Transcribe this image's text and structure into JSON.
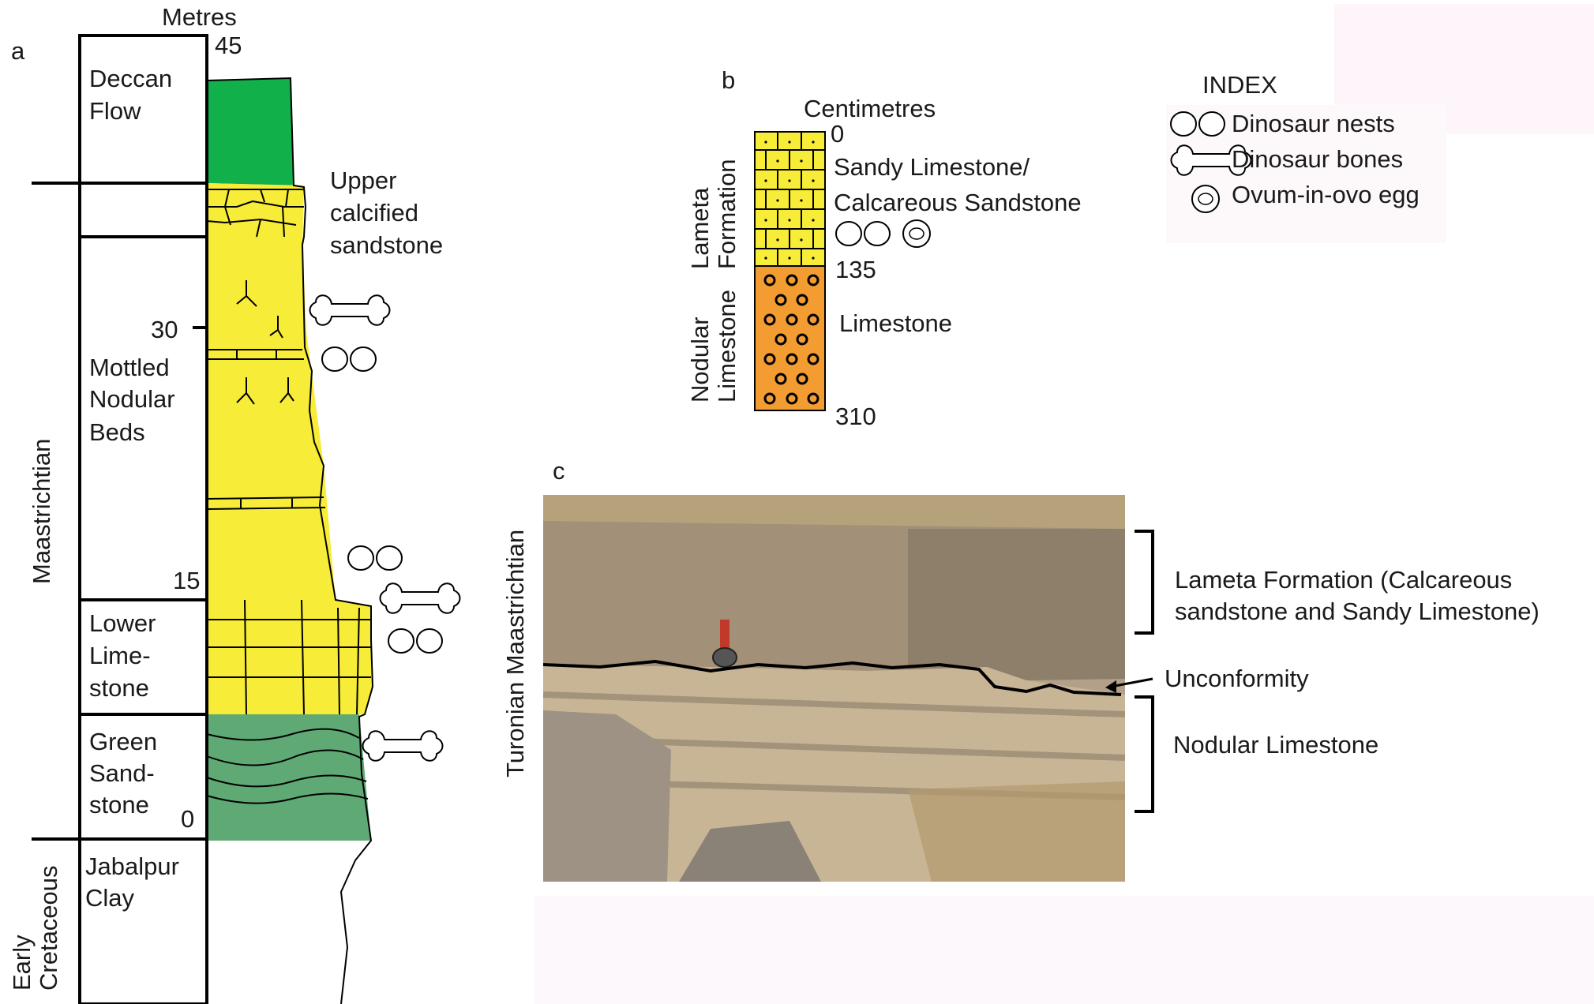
{
  "panel_a": {
    "letter": "a",
    "unit": "Metres",
    "ticks": {
      "top": "45",
      "t30": "30",
      "t15": "15",
      "bottom": "0"
    },
    "stages": {
      "maastrichtian": "Maastrichtian",
      "early_1": "Early",
      "early_2": "Cretaceous"
    },
    "units": {
      "deccan": [
        "Deccan",
        "Flow"
      ],
      "mottled": [
        "Mottled",
        "Nodular",
        "Beds"
      ],
      "lower": [
        "Lower",
        "Lime-",
        "stone"
      ],
      "green": [
        "Green",
        "Sand-",
        "stone"
      ],
      "jabalpur": [
        "Jabalpur",
        "Clay"
      ]
    },
    "upper_calcified": [
      "Upper",
      "calcified",
      "sandstone"
    ],
    "colors": {
      "deccan": "#12b04a",
      "yellow": "#f7ec37",
      "green_sandstone": "#5faa74"
    }
  },
  "panel_b": {
    "letter": "b",
    "unit": "Centimetres",
    "ticks": {
      "top": "0",
      "mid": "135",
      "bottom": "310"
    },
    "formation_labels": {
      "lameta_1": "Lameta",
      "lameta_2": "Formation",
      "nodular_1": "Nodular",
      "nodular_2": "Limestone"
    },
    "bed_labels": {
      "sandy_1": "Sandy Limestone/",
      "sandy_2": "Calcareous Sandstone",
      "limestone": "Limestone"
    },
    "colors": {
      "sandy": "#f7ec37",
      "limestone": "#f39c31"
    }
  },
  "index": {
    "title": "INDEX",
    "items": [
      {
        "icon": "dinosaur-nests-icon",
        "label": "Dinosaur nests"
      },
      {
        "icon": "dinosaur-bones-icon",
        "label": "Dinosaur bones"
      },
      {
        "icon": "ovum-in-ovo-egg-icon",
        "label": "Ovum-in-ovo egg"
      }
    ]
  },
  "panel_c": {
    "letter": "c",
    "side_label": "Turonian Maastrichtian",
    "lameta_1": "Lameta Formation (Calcareous",
    "lameta_2": "sandstone and Sandy Limestone)",
    "unconformity": "Unconformity",
    "nodular": "Nodular Limestone"
  }
}
